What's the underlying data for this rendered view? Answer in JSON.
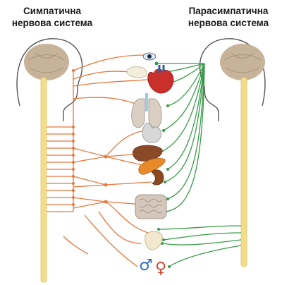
{
  "titles": {
    "sympathetic": [
      "Симпатична",
      "нервова система"
    ],
    "parasympathetic": [
      "Парасимпатична",
      "нервова система"
    ]
  },
  "symbols": {
    "male": "♂",
    "female": "♀"
  },
  "colors": {
    "sympathetic": "#e8763a",
    "parasympathetic": "#3a9a4a",
    "spinal_cord": "#f3dc8c",
    "brain": "#c8b49a"
  },
  "organs": [
    "eye",
    "salivary-gland",
    "heart",
    "lungs",
    "stomach",
    "liver",
    "pancreas",
    "kidney",
    "intestines",
    "bladder",
    "reproductive-organs"
  ]
}
